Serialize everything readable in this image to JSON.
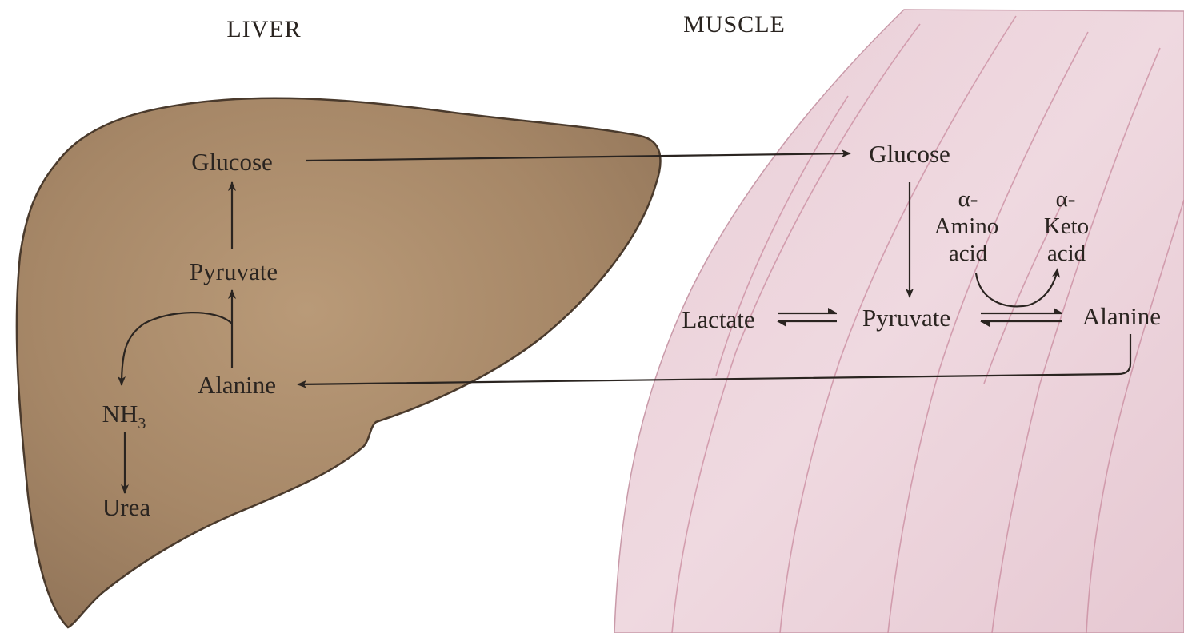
{
  "organs": {
    "liver": "LIVER",
    "muscle": "MUSCLE"
  },
  "liver": {
    "glucose": "Glucose",
    "pyruvate": "Pyruvate",
    "alanine": "Alanine",
    "nh3_base": "NH",
    "nh3_sub": "3",
    "urea": "Urea"
  },
  "muscle": {
    "glucose": "Glucose",
    "lactate": "Lactate",
    "pyruvate": "Pyruvate",
    "alanine": "Alanine",
    "amino_acid": [
      "α-",
      "Amino",
      "acid"
    ],
    "keto_acid": [
      "α-",
      "Keto",
      "acid"
    ]
  },
  "colors": {
    "liver_fill": "#a98a6a",
    "liver_edge": "#4a3a2c",
    "muscle_fill": "#ecd3dc",
    "muscle_stripe": "#c98a9e",
    "ink": "#2a2420"
  }
}
